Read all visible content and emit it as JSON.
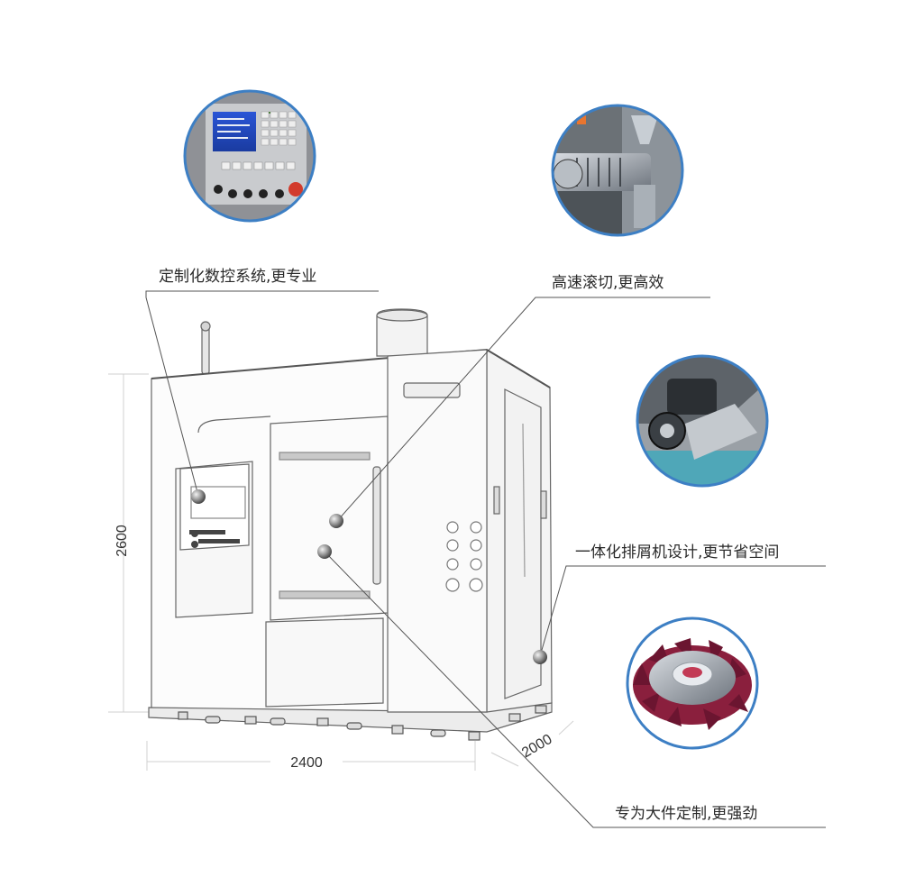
{
  "features": [
    {
      "id": "cnc",
      "text": "定制化数控系统,更专业",
      "icon": "cnc-control-panel-icon"
    },
    {
      "id": "hob",
      "text": "高速滚切,更高效",
      "icon": "hobbing-spindle-icon"
    },
    {
      "id": "chip",
      "text": "一体化排屑机设计,更节省空间",
      "icon": "chip-conveyor-icon"
    },
    {
      "id": "large",
      "text": "专为大件定制,更强劲",
      "icon": "bevel-gear-icon"
    }
  ],
  "dimensions": {
    "height": "2600",
    "width": "2400",
    "depth": "2000"
  },
  "colors": {
    "ring": "#3d7fc4",
    "line": "#555555",
    "dot": "#8a8a8a"
  }
}
